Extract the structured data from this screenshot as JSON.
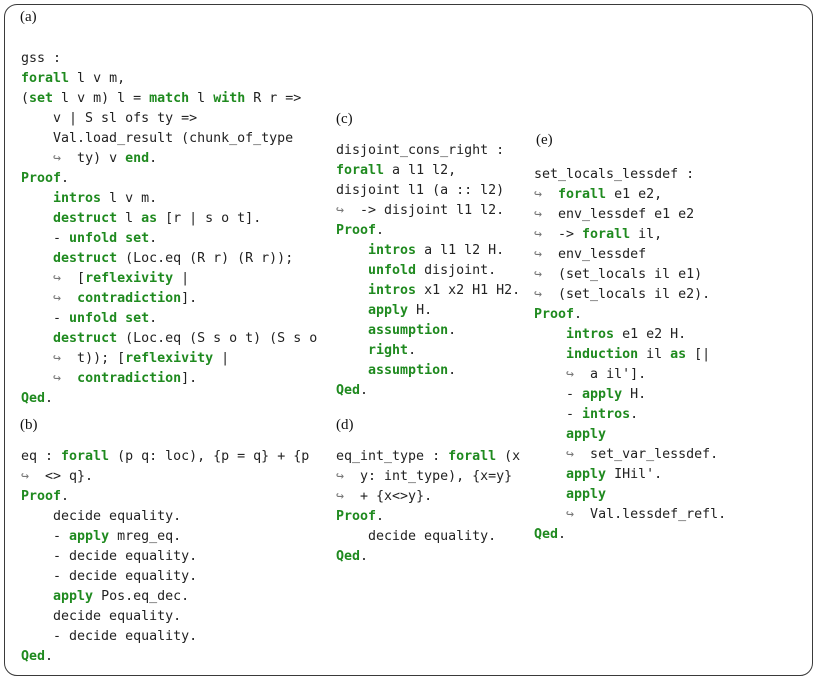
{
  "panels": [
    {
      "label": "(a)",
      "lines": [
        [],
        [],
        [
          [
            "t",
            "gss :"
          ]
        ],
        [
          [
            "k",
            "forall"
          ],
          [
            "t",
            " l v m,"
          ]
        ],
        [
          [
            "t",
            "("
          ],
          [
            "k",
            "set"
          ],
          [
            "t",
            " l v m) l = "
          ],
          [
            "k",
            "match"
          ],
          [
            "t",
            " l "
          ],
          [
            "k",
            "with"
          ],
          [
            "t",
            " R r =>"
          ]
        ],
        [
          [
            "t",
            "    v | S sl ofs ty =>"
          ]
        ],
        [
          [
            "t",
            "    Val.load_result (chunk_of_type"
          ]
        ],
        [
          [
            "t",
            "    "
          ],
          [
            "a",
            "↪"
          ],
          [
            "t",
            "  ty) v "
          ],
          [
            "k",
            "end"
          ],
          [
            "t",
            "."
          ]
        ],
        [
          [
            "k",
            "Proof"
          ],
          [
            "t",
            "."
          ]
        ],
        [
          [
            "t",
            "    "
          ],
          [
            "k",
            "intros"
          ],
          [
            "t",
            " l v m."
          ]
        ],
        [
          [
            "t",
            "    "
          ],
          [
            "k",
            "destruct"
          ],
          [
            "t",
            " l "
          ],
          [
            "k",
            "as"
          ],
          [
            "t",
            " [r | s o t]."
          ]
        ],
        [
          [
            "t",
            "    - "
          ],
          [
            "k",
            "unfold"
          ],
          [
            "t",
            " "
          ],
          [
            "k",
            "set"
          ],
          [
            "t",
            "."
          ]
        ],
        [
          [
            "t",
            "    "
          ],
          [
            "k",
            "destruct"
          ],
          [
            "t",
            " (Loc.eq (R r) (R r));"
          ]
        ],
        [
          [
            "t",
            "    "
          ],
          [
            "a",
            "↪"
          ],
          [
            "t",
            "  ["
          ],
          [
            "k",
            "reflexivity"
          ],
          [
            "t",
            " |"
          ]
        ],
        [
          [
            "t",
            "    "
          ],
          [
            "a",
            "↪"
          ],
          [
            "t",
            "  "
          ],
          [
            "k",
            "contradiction"
          ],
          [
            "t",
            "]."
          ]
        ],
        [
          [
            "t",
            "    - "
          ],
          [
            "k",
            "unfold"
          ],
          [
            "t",
            " "
          ],
          [
            "k",
            "set"
          ],
          [
            "t",
            "."
          ]
        ],
        [
          [
            "t",
            "    "
          ],
          [
            "k",
            "destruct"
          ],
          [
            "t",
            " (Loc.eq (S s o t) (S s o"
          ]
        ],
        [
          [
            "t",
            "    "
          ],
          [
            "a",
            "↪"
          ],
          [
            "t",
            "  t)); ["
          ],
          [
            "k",
            "reflexivity"
          ],
          [
            "t",
            " |"
          ]
        ],
        [
          [
            "t",
            "    "
          ],
          [
            "a",
            "↪"
          ],
          [
            "t",
            "  "
          ],
          [
            "k",
            "contradiction"
          ],
          [
            "t",
            "]."
          ]
        ],
        [
          [
            "k",
            "Qed"
          ],
          [
            "t",
            "."
          ]
        ]
      ]
    },
    {
      "label": "(b)",
      "lines": [
        [],
        [
          [
            "t",
            "eq : "
          ],
          [
            "k",
            "forall"
          ],
          [
            "t",
            " (p q: loc), {p = q} + {p"
          ]
        ],
        [
          [
            "a",
            "↪"
          ],
          [
            "t",
            "  <> q}."
          ]
        ],
        [
          [
            "k",
            "Proof"
          ],
          [
            "t",
            "."
          ]
        ],
        [
          [
            "t",
            "    decide equality."
          ]
        ],
        [
          [
            "t",
            "    - "
          ],
          [
            "k",
            "apply"
          ],
          [
            "t",
            " mreg_eq."
          ]
        ],
        [
          [
            "t",
            "    - decide equality."
          ]
        ],
        [
          [
            "t",
            "    - decide equality."
          ]
        ],
        [
          [
            "t",
            "    "
          ],
          [
            "k",
            "apply"
          ],
          [
            "t",
            " Pos.eq_dec."
          ]
        ],
        [
          [
            "t",
            "    decide equality."
          ]
        ],
        [
          [
            "t",
            "    - decide equality."
          ]
        ],
        [
          [
            "k",
            "Qed"
          ],
          [
            "t",
            "."
          ]
        ]
      ]
    },
    {
      "label": "(c)",
      "lines": [
        [],
        [
          [
            "t",
            "disjoint_cons_right :"
          ]
        ],
        [
          [
            "k",
            "forall"
          ],
          [
            "t",
            " a l1 l2,"
          ]
        ],
        [
          [
            "t",
            "disjoint l1 (a :: l2)"
          ]
        ],
        [
          [
            "a",
            "↪"
          ],
          [
            "t",
            "  -> disjoint l1 l2."
          ]
        ],
        [
          [
            "k",
            "Proof"
          ],
          [
            "t",
            "."
          ]
        ],
        [
          [
            "t",
            "    "
          ],
          [
            "k",
            "intros"
          ],
          [
            "t",
            " a l1 l2 H."
          ]
        ],
        [
          [
            "t",
            "    "
          ],
          [
            "k",
            "unfold"
          ],
          [
            "t",
            " disjoint."
          ]
        ],
        [
          [
            "t",
            "    "
          ],
          [
            "k",
            "intros"
          ],
          [
            "t",
            " x1 x2 H1 H2."
          ]
        ],
        [
          [
            "t",
            "    "
          ],
          [
            "k",
            "apply"
          ],
          [
            "t",
            " H."
          ]
        ],
        [
          [
            "t",
            "    "
          ],
          [
            "k",
            "assumption"
          ],
          [
            "t",
            "."
          ]
        ],
        [
          [
            "t",
            "    "
          ],
          [
            "k",
            "right"
          ],
          [
            "t",
            "."
          ]
        ],
        [
          [
            "t",
            "    "
          ],
          [
            "k",
            "assumption"
          ],
          [
            "t",
            "."
          ]
        ],
        [
          [
            "k",
            "Qed"
          ],
          [
            "t",
            "."
          ]
        ]
      ]
    },
    {
      "label": "(d)",
      "lines": [
        [],
        [
          [
            "t",
            "eq_int_type : "
          ],
          [
            "k",
            "forall"
          ],
          [
            "t",
            " (x"
          ]
        ],
        [
          [
            "a",
            "↪"
          ],
          [
            "t",
            "  y: int_type), {x=y}"
          ]
        ],
        [
          [
            "a",
            "↪"
          ],
          [
            "t",
            "  + {x<>y}."
          ]
        ],
        [
          [
            "k",
            "Proof"
          ],
          [
            "t",
            "."
          ]
        ],
        [
          [
            "t",
            "    decide equality."
          ]
        ],
        [
          [
            "k",
            "Qed"
          ],
          [
            "t",
            "."
          ]
        ]
      ]
    },
    {
      "label": "(e)",
      "lines": [
        [],
        [
          [
            "t",
            "set_locals_lessdef :"
          ]
        ],
        [
          [
            "a",
            "↪"
          ],
          [
            "t",
            "  "
          ],
          [
            "k",
            "forall"
          ],
          [
            "t",
            " e1 e2,"
          ]
        ],
        [
          [
            "a",
            "↪"
          ],
          [
            "t",
            "  env_lessdef e1 e2"
          ]
        ],
        [
          [
            "a",
            "↪"
          ],
          [
            "t",
            "  -> "
          ],
          [
            "k",
            "forall"
          ],
          [
            "t",
            " il,"
          ]
        ],
        [
          [
            "a",
            "↪"
          ],
          [
            "t",
            "  env_lessdef"
          ]
        ],
        [
          [
            "a",
            "↪"
          ],
          [
            "t",
            "  (set_locals il e1)"
          ]
        ],
        [
          [
            "a",
            "↪"
          ],
          [
            "t",
            "  (set_locals il e2)."
          ]
        ],
        [
          [
            "k",
            "Proof"
          ],
          [
            "t",
            "."
          ]
        ],
        [
          [
            "t",
            "    "
          ],
          [
            "k",
            "intros"
          ],
          [
            "t",
            " e1 e2 H."
          ]
        ],
        [
          [
            "t",
            "    "
          ],
          [
            "k",
            "induction"
          ],
          [
            "t",
            " il "
          ],
          [
            "k",
            "as"
          ],
          [
            "t",
            " [|"
          ]
        ],
        [
          [
            "t",
            "    "
          ],
          [
            "a",
            "↪"
          ],
          [
            "t",
            "  a il']."
          ]
        ],
        [
          [
            "t",
            "    - "
          ],
          [
            "k",
            "apply"
          ],
          [
            "t",
            " H."
          ]
        ],
        [
          [
            "t",
            "    - "
          ],
          [
            "k",
            "intros"
          ],
          [
            "t",
            "."
          ]
        ],
        [
          [
            "t",
            "    "
          ],
          [
            "k",
            "apply"
          ]
        ],
        [
          [
            "t",
            "    "
          ],
          [
            "a",
            "↪"
          ],
          [
            "t",
            "  set_var_lessdef."
          ]
        ],
        [
          [
            "t",
            "    "
          ],
          [
            "k",
            "apply"
          ],
          [
            "t",
            " IHil'."
          ]
        ],
        [
          [
            "t",
            "    "
          ],
          [
            "k",
            "apply"
          ]
        ],
        [
          [
            "t",
            "    "
          ],
          [
            "a",
            "↪"
          ],
          [
            "t",
            "  Val.lessdef_refl."
          ]
        ],
        [
          [
            "k",
            "Qed"
          ],
          [
            "t",
            "."
          ]
        ]
      ]
    }
  ],
  "colors": {
    "keyword": "#1f8a1f",
    "text": "#222222",
    "arrow": "#777777",
    "border": "#3a3a3a"
  }
}
